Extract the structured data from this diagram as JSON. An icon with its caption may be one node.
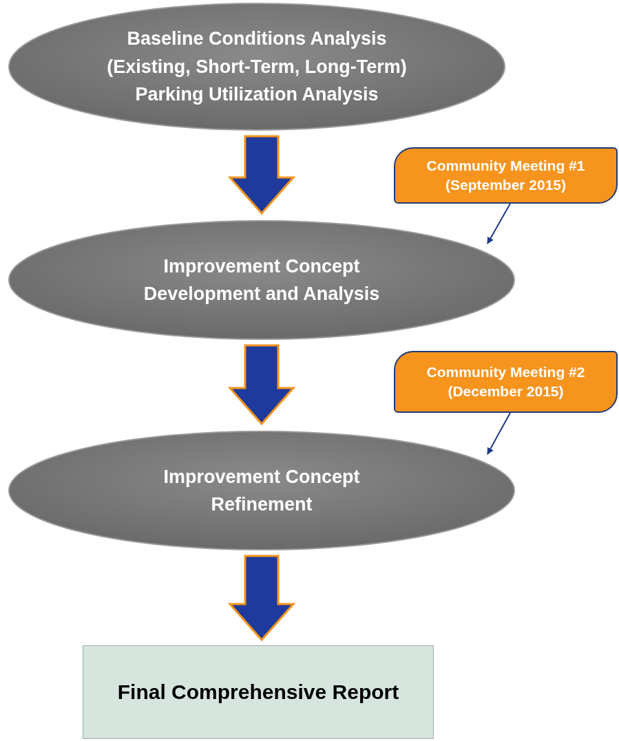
{
  "diagram": {
    "nodes": [
      {
        "text": [
          "Baseline Conditions Analysis (Existing, Short-Term, Long-Term) Parking Utilization Analysis"
        ]
      },
      {
        "text": [
          "Community Meeting #1 (September 2015)"
        ]
      },
      {
        "text": [
          "Improvement Concept Development and Analysis"
        ]
      },
      {
        "text": [
          "Community Meeting #2 (December 2015)"
        ]
      },
      {
        "text": [
          "Improvement Concept Refinement"
        ]
      },
      {
        "text": [
          "Final Comprehensive Report"
        ]
      }
    ],
    "edges": [
      {
        "from": 0,
        "to": 2,
        "arrow": "to",
        "style": "thick",
        "color": "#1d3a9c"
      },
      {
        "from": 1,
        "to": 2,
        "arrow": "to"
      },
      {
        "from": 2,
        "to": 4,
        "arrow": "to",
        "style": "thick",
        "color": "#1d3a9c"
      },
      {
        "from": 3,
        "to": 4,
        "arrow": "to"
      },
      {
        "from": 4,
        "to": 5,
        "arrow": "to",
        "style": "thick",
        "color": "#1d3a9c"
      }
    ]
  }
}
